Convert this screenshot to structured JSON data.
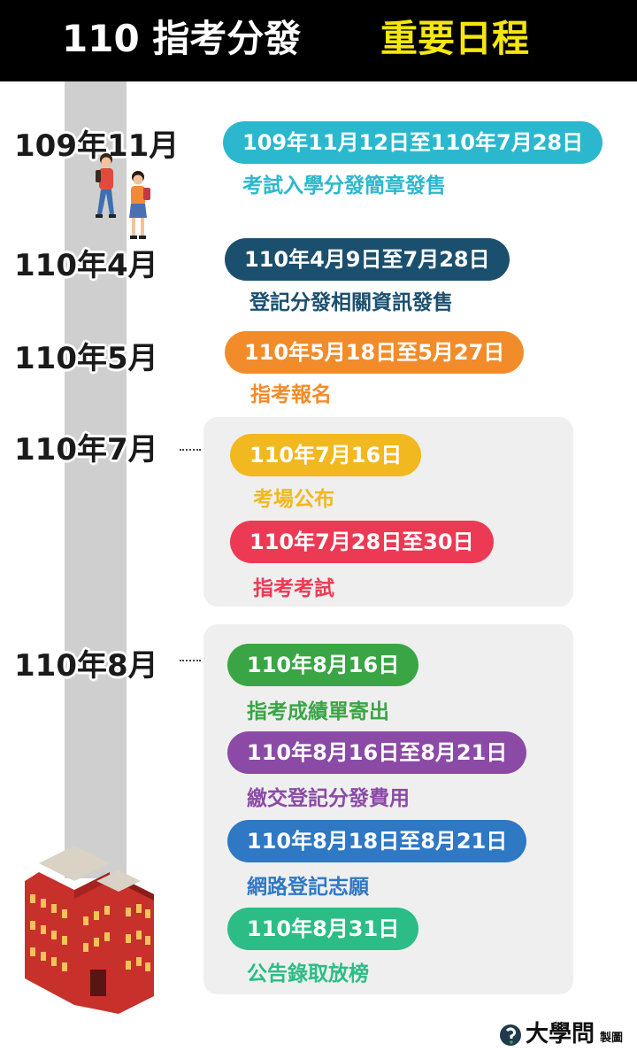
{
  "header": {
    "title_white": "110 指考分發",
    "title_yellow": "重要日程"
  },
  "months": [
    "109年11月",
    "110年4月",
    "110年5月",
    "110年7月",
    "110年8月"
  ],
  "events": [
    {
      "date": "109年11月12日至110年7月28日",
      "desc": "考試入學分發簡章發售",
      "color": "#2bb8cf"
    },
    {
      "date": "110年4月9日至7月28日",
      "desc": "登記分發相關資訊發售",
      "color": "#1b4f6e"
    },
    {
      "date": "110年5月18日至5月27日",
      "desc": "指考報名",
      "color": "#f28c2a"
    },
    {
      "date": "110年7月16日",
      "desc": "考場公布",
      "color": "#f2b81f"
    },
    {
      "date": "110年7月28日至30日",
      "desc": "指考考試",
      "color": "#ec3a55"
    },
    {
      "date": "110年8月16日",
      "desc": "指考成績單寄出",
      "color": "#3aa545"
    },
    {
      "date": "110年8月16日至8月21日",
      "desc": "繳交登記分發費用",
      "color": "#8b4aa6"
    },
    {
      "date": "110年8月18日至8月21日",
      "desc": "網路登記志願",
      "color": "#2f78c4"
    },
    {
      "date": "110年8月31日",
      "desc": "公告錄取放榜",
      "color": "#2bbd85"
    }
  ],
  "footer": {
    "brand": "大學問",
    "suffix": "製圖"
  }
}
